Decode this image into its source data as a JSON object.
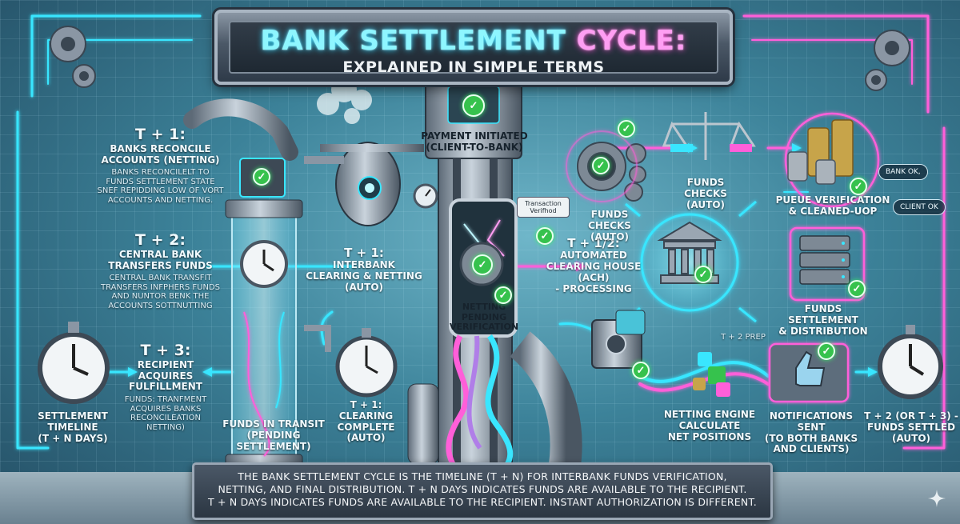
{
  "title": {
    "main_cyan": "BANK SETTLEMENT ",
    "main_pink": "CYCLE:",
    "subtitle": "EXPLAINED IN SIMPLE TERMS"
  },
  "left_steps": {
    "t1": {
      "heading": "T + 1:",
      "title_1": "BANKS RECONCILE",
      "title_2": "ACCOUNTS (NETTING)",
      "detail_1": "BANKS RECONCILELT TO",
      "detail_2": "FUNDS SETTLEMENT STATE",
      "detail_3": "SNEF REPIDDING LOW OF VORT",
      "detail_4": "ACCOUNTS AND NETTING."
    },
    "t2": {
      "heading": "T + 2:",
      "title_1": "CENTRAL BANK",
      "title_2": "TRANSFERS FUNDS",
      "detail_1": "CENTRAL BANK TRANSFIT",
      "detail_2": "TRANSFERS INFPHERS FUNDS",
      "detail_3": "AND NUNTOR BENK THE",
      "detail_4": "ACCOUNTS SOTTNUTTING"
    },
    "t3": {
      "heading": "T + 3:",
      "title_1": "RECIPIENT",
      "title_2": "ACQUIRES",
      "title_3": "FULFILLMENT",
      "detail_1": "FUNDS: TRANFMENT",
      "detail_2": "ACQUIRES BANKS",
      "detail_3": "RECONCILEATION",
      "detail_4": "NETTING)"
    },
    "timeline": {
      "line_1": "SETTLEMENT",
      "line_2": "TIMELINE",
      "line_3": "(T + N DAYS)"
    }
  },
  "center": {
    "funds_transit_1": "FUNDS IN TRANSIT",
    "funds_transit_2": "(PENDING SETTLEMENT)",
    "interbank_1": "T + 1:",
    "interbank_2": "INTERBANK",
    "interbank_3": "CLEARING & NETTING",
    "interbank_4": "(AUTO)",
    "clearing_1": "T + 1:",
    "clearing_2": "CLEARING",
    "clearing_3": "COMPLETE",
    "clearing_4": "(AUTO)",
    "payment_1": "PAYMENT INITIATED",
    "payment_2": "(CLIENT-TO-BANK)",
    "transaction_note_1": "Transaction",
    "transaction_note_2": "Verifhod",
    "netting_pending_1": "NETTING",
    "netting_pending_2": "PENDING",
    "netting_pending_3": "VERIFICATION"
  },
  "right_steps": {
    "ach": {
      "line_1": "T + 1/2:",
      "line_2": "AUTOMATED",
      "line_3": "CLEARING HOUSE",
      "line_4": "(ACH)",
      "line_5": "- PROCESSING"
    },
    "funds_checks_left_1": "FUNDS CHECKS",
    "funds_checks_left_2": "(AUTO)",
    "funds_checks_top_1": "FUNDS CHECKS",
    "funds_checks_top_2": "(AUTO)",
    "queue_1": "PUEUE VERIFICATION",
    "queue_2": "& CLEANED-UOP",
    "bank_ok": "BANK OK,",
    "client_ok": "CLIENT OK",
    "settlement_1": "FUNDS SETTLEMENT",
    "settlement_2": "& DISTRIBUTION",
    "t2_prep": "T + 2 PREP",
    "netting_engine_1": "NETTING ENGINE",
    "netting_engine_2": "CALCULATE",
    "netting_engine_3": "NET POSITIONS",
    "notifications_1": "NOTIFICATIONS SENT",
    "notifications_2": "(TO BOTH BANKS",
    "notifications_3": "AND CLIENTS)",
    "settled_1": "T + 2 (OR T + 3) -",
    "settled_2": "FUNDS SETTLED",
    "settled_3": "(AUTO)"
  },
  "footer": {
    "line_1": "THE BANK SETTLEMENT CYCLE IS THE TIMELINE (T + N) FOR INTERBANK FUNDS VERIFICATION,",
    "line_2": "NETTING, AND FINAL DISTRIBUTION. T + N DAYS INDICATES FUNDS ARE AVAILABLE TO THE RECIPIENT.",
    "line_3": "T + N DAYS INDICATES FUNDS ARE AVAILABLE TO THE RECIPIENT. INSTANT AUTHORIZATION IS DIFFERENT."
  },
  "colors": {
    "neon_cyan": "#39e6ff",
    "neon_pink": "#ff5fd9",
    "check_green": "#36c24d",
    "steel": "#8a96a4"
  },
  "icons": [
    "gear-icon",
    "stopwatch-icon",
    "check-icon",
    "bank-icon",
    "scale-icon",
    "coins-icon",
    "server-icon",
    "thumbs-up-icon",
    "safe-icon",
    "currency-icon",
    "sparkle-icon"
  ]
}
